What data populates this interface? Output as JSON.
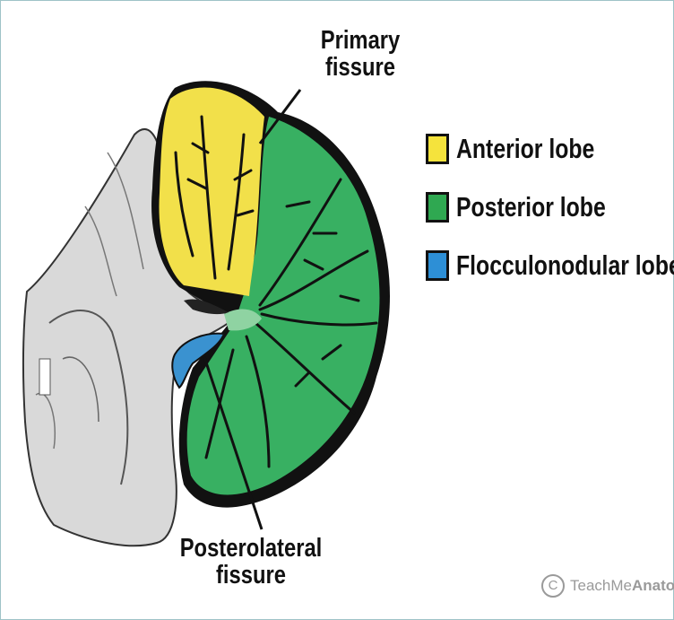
{
  "labels": {
    "primary_fissure": "Primary\nfissure",
    "posterolateral_fissure": "Posterolateral\nfissure"
  },
  "legend": {
    "items": [
      {
        "label": "Anterior lobe",
        "color": "#f5e33c"
      },
      {
        "label": "Posterior lobe",
        "color": "#2fa851"
      },
      {
        "label": "Flocculonodular lobe",
        "color": "#2d8fd6"
      }
    ]
  },
  "watermark": {
    "symbol": "C",
    "brand_light": "TeachMe",
    "brand_bold": "Anatomy"
  },
  "colors": {
    "anterior": "#f2e04a",
    "posterior": "#38b062",
    "flocculonodular": "#3a92d0",
    "outline": "#111111"
  }
}
